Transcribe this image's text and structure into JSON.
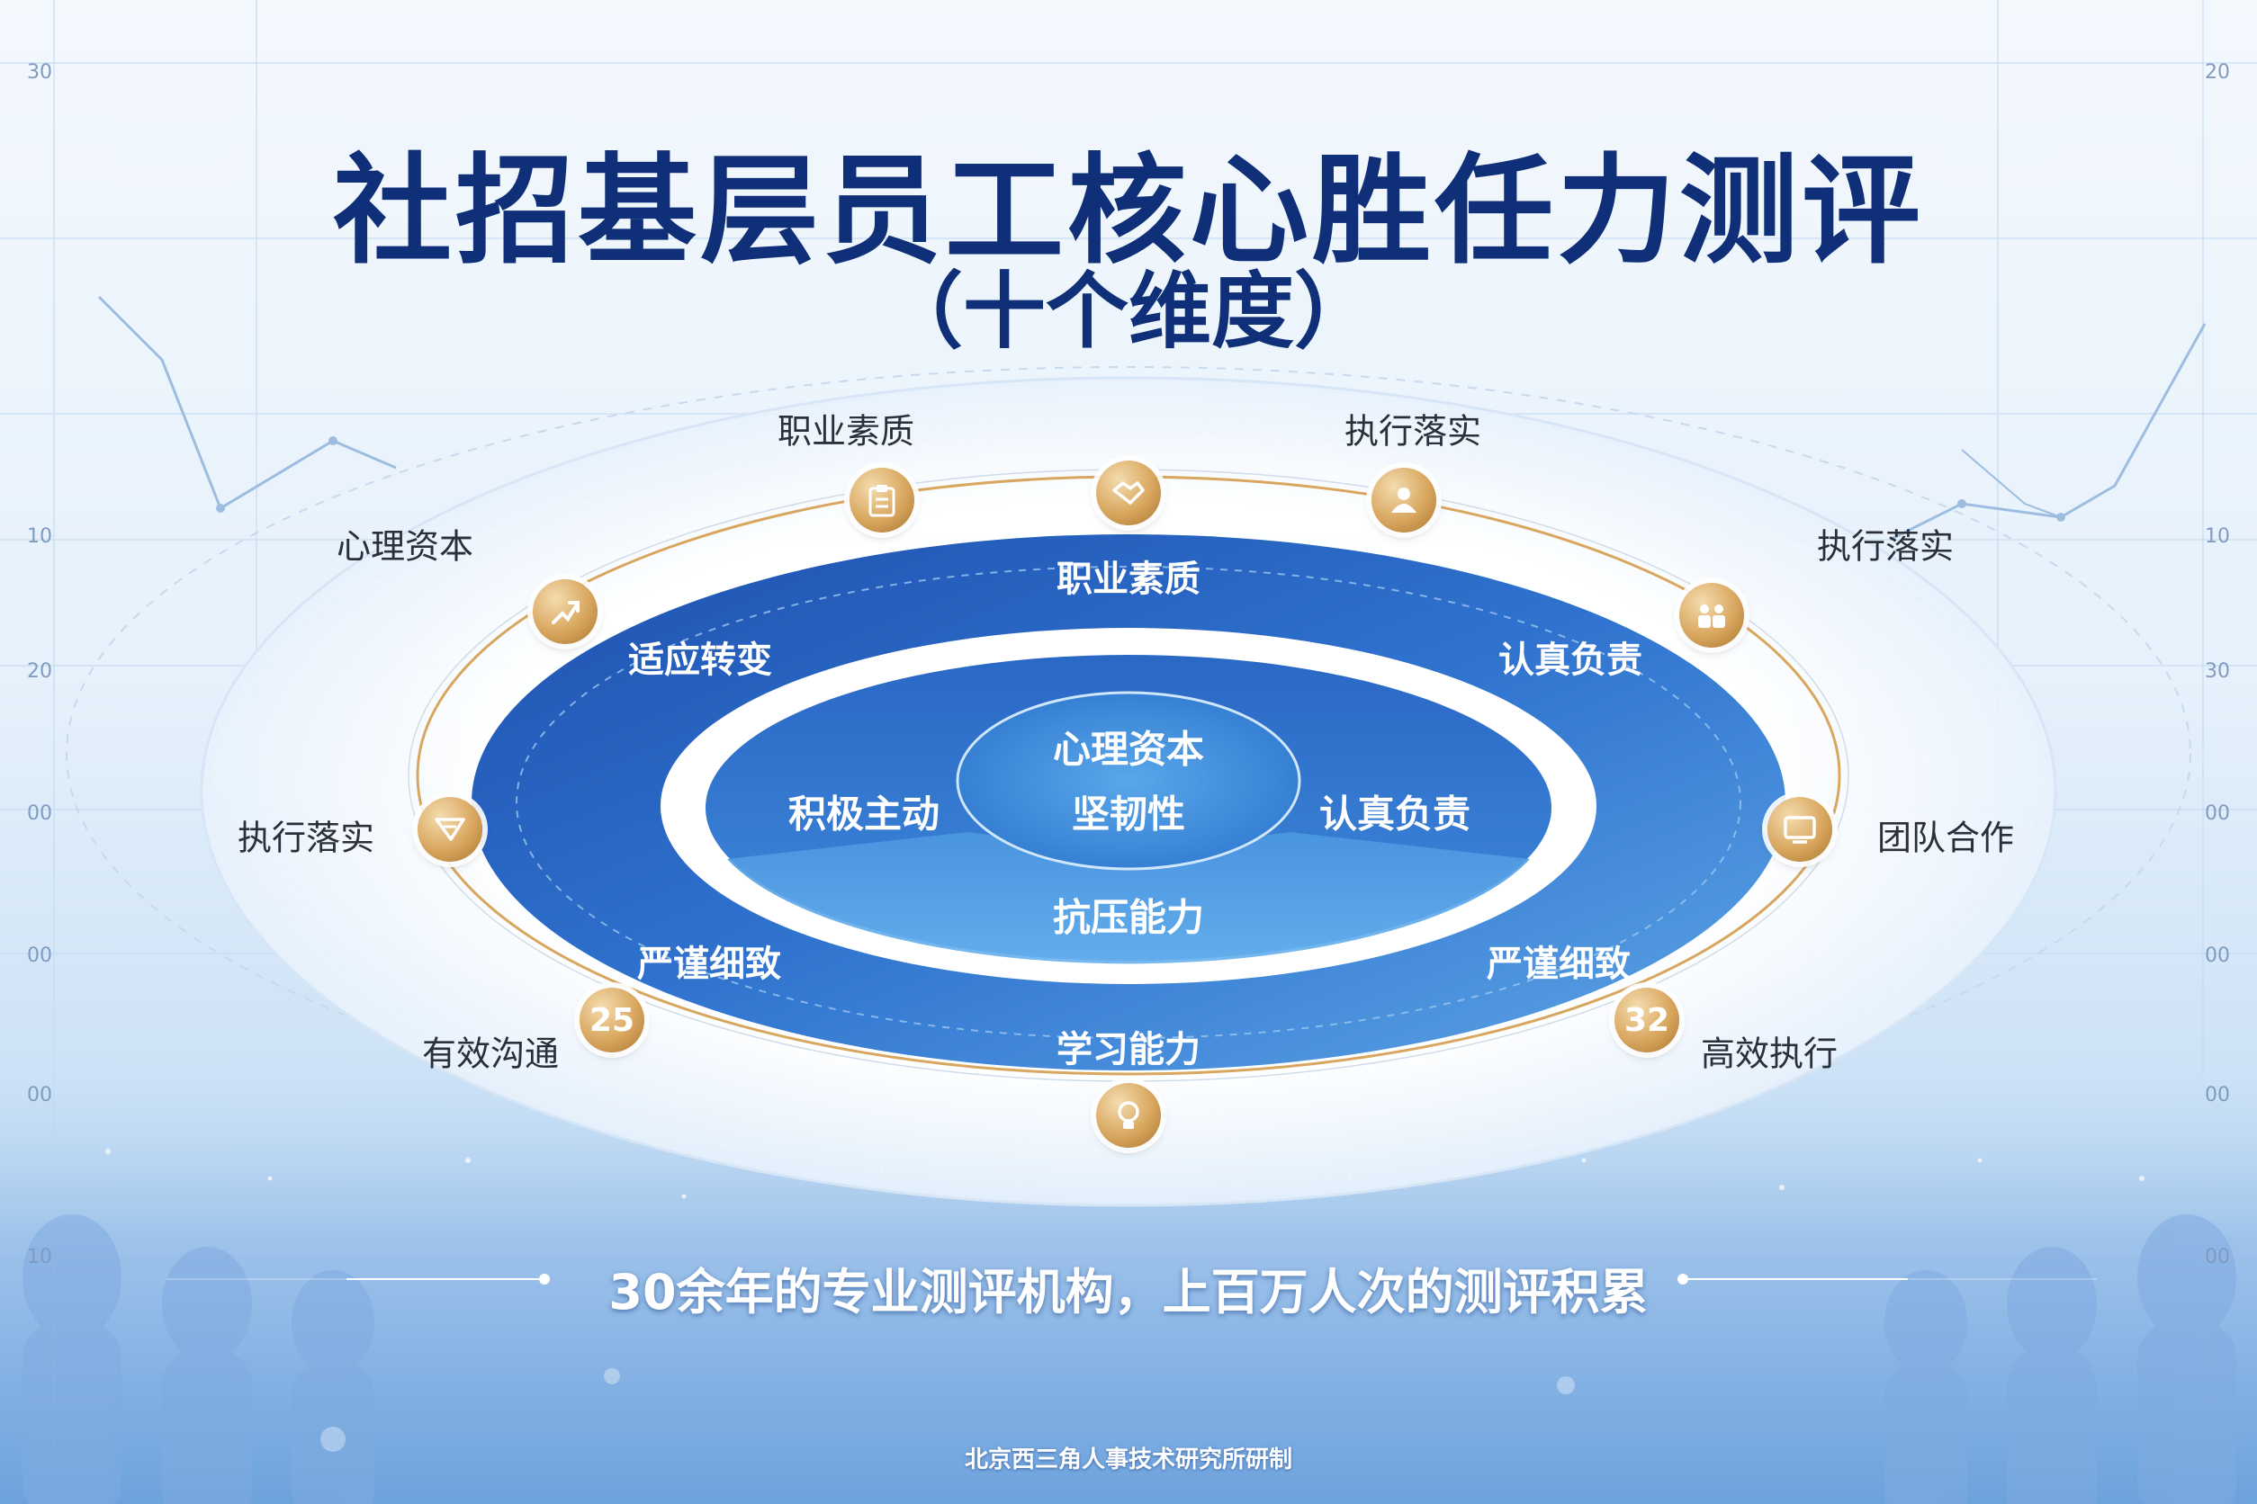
{
  "header": {
    "title": "社招基层员工核心胜任力测评",
    "subtitle": "（十个维度）"
  },
  "outer_labels": {
    "top_left": "职业素质",
    "top_right": "执行落实",
    "upper_left": "心理资本",
    "upper_right": "执行落实",
    "mid_left": "执行落实",
    "mid_right": "团队合作",
    "lower_left": "有效沟通",
    "lower_right": "高效执行"
  },
  "ring_labels": {
    "top": "职业素质",
    "upper_left": "适应转变",
    "upper_right": "认真负责",
    "lower_left": "严谨细致",
    "lower_right": "严谨细致",
    "bottom": "学习能力"
  },
  "core_labels": {
    "center_top": "心理资本",
    "center": "坚韧性",
    "left": "积极主动",
    "right": "认真负责",
    "bottom": "抗压能力"
  },
  "badges": {
    "lower_left_number": "25",
    "lower_right_number": "32"
  },
  "footer": {
    "tagline": "30余年的专业测评机构，上百万人次的测评积累",
    "credit": "北京西三角人事技术研究所研制"
  },
  "decor_ticks": {
    "left": [
      "30",
      "10",
      "20",
      "00",
      "00",
      "00",
      "10"
    ],
    "right": [
      "20",
      "10",
      "30",
      "00",
      "00",
      "00",
      "00"
    ]
  },
  "colors": {
    "title": "#0f2f78",
    "ring_dark": "#1a5bb8",
    "ring_light": "#4f97e0",
    "gold": "#d8a65e"
  }
}
